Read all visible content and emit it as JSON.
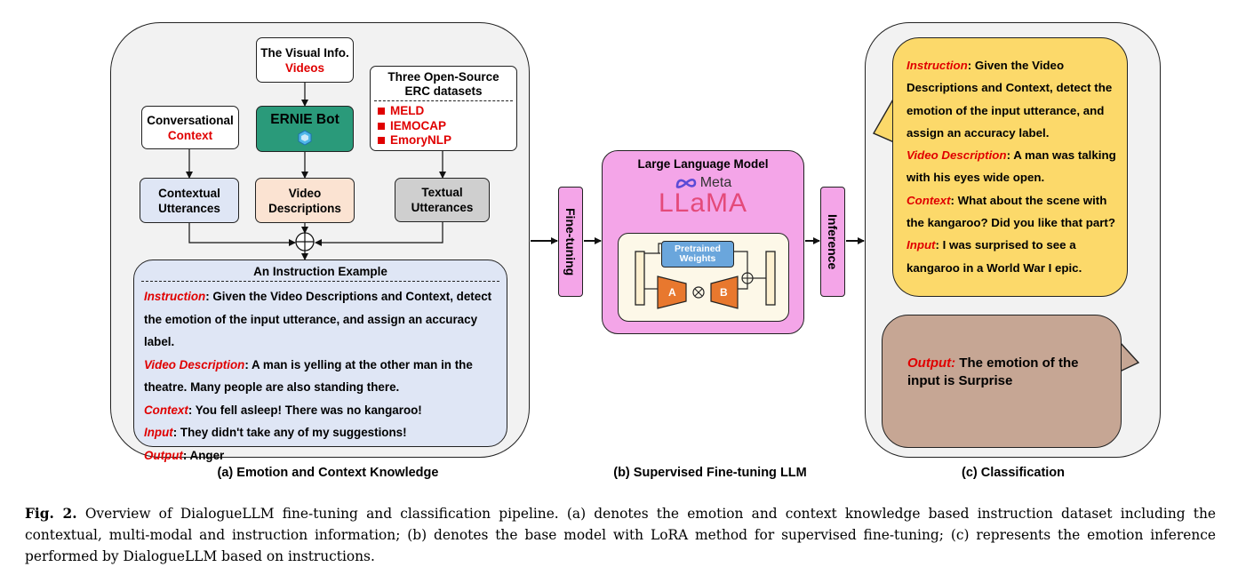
{
  "panel_a": {
    "visual_box": {
      "line1": "The Visual Info.",
      "line2": "Videos"
    },
    "ernie": {
      "label": "ERNIE Bot"
    },
    "conv_box": {
      "line1": "Conversational",
      "line2": "Context"
    },
    "datasets": {
      "line1": "Three Open-Source",
      "line2": "ERC datasets",
      "items": [
        "MELD",
        "IEMOCAP",
        "EmoryNLP"
      ]
    },
    "contextual": {
      "line1": "Contextual",
      "line2": "Utterances"
    },
    "video_desc": {
      "line1": "Video",
      "line2": "Descriptions"
    },
    "textual": {
      "line1": "Textual",
      "line2": "Utterances"
    },
    "example": {
      "title": "An Instruction Example",
      "instruction_label": "Instruction",
      "instruction_text": ": Given the Video Descriptions and Context, detect the emotion of the input utterance, and assign an accuracy label.",
      "video_label": "Video Description",
      "video_text": ": A man is yelling at the other man in the theatre. Many people are also standing there.",
      "context_label": "Context",
      "context_text": ": You fell asleep! There was no kangaroo!",
      "input_label": "Input",
      "input_text": ": They didn't take any of my suggestions!",
      "output_label": "Output",
      "output_text": ": Anger"
    },
    "caption": "(a) Emotion and Context Knowledge"
  },
  "panel_b": {
    "finetuning": "Fine-tuning",
    "title": "Large Language Model",
    "meta": "Meta",
    "llama": "LLaMA",
    "pretrained": "Pretrained Weights",
    "a": "A",
    "b": "B",
    "inference": "Inference",
    "caption": "(b) Supervised Fine-tuning LLM"
  },
  "panel_c": {
    "instruction_label": "Instruction",
    "instruction_text": ": Given the Video Descriptions and Context, detect the emotion of the input utterance, and assign an accuracy label.",
    "video_label": "Video Description",
    "video_text": ": A man was talking with his eyes wide open.",
    "context_label": "Context",
    "context_text": ": What about the scene with the kangaroo? Did you like that part?",
    "input_label": "Input",
    "input_text": ": I was surprised to see a kangaroo in a World War I epic.",
    "output_label": "Output:",
    "output_text": " The emotion of the input is Surprise",
    "caption": "(c) Classification"
  },
  "figure_caption": {
    "label": "Fig. 2.",
    "text": " Overview of DialogueLLM fine-tuning and classification pipeline. (a) denotes the emotion and context knowledge based instruction dataset including the contextual, multi-modal and instruction information; (b) denotes the base model with LoRA method for supervised fine-tuning; (c) represents the emotion inference performed by DialogueLLM based on instructions."
  },
  "colors": {
    "ernie": "#2a9a7a",
    "contextual": "#dfe6f5",
    "video_desc": "#fbe3d2",
    "textual": "#cfcfcf",
    "example_bg": "#dfe6f5",
    "llm_bg": "#f4a5e8",
    "lora_orange": "#e8782e",
    "pretrained": "#6aa6dc",
    "bubble_yellow": "#fcd96a",
    "bubble_brown": "#c6a694"
  }
}
